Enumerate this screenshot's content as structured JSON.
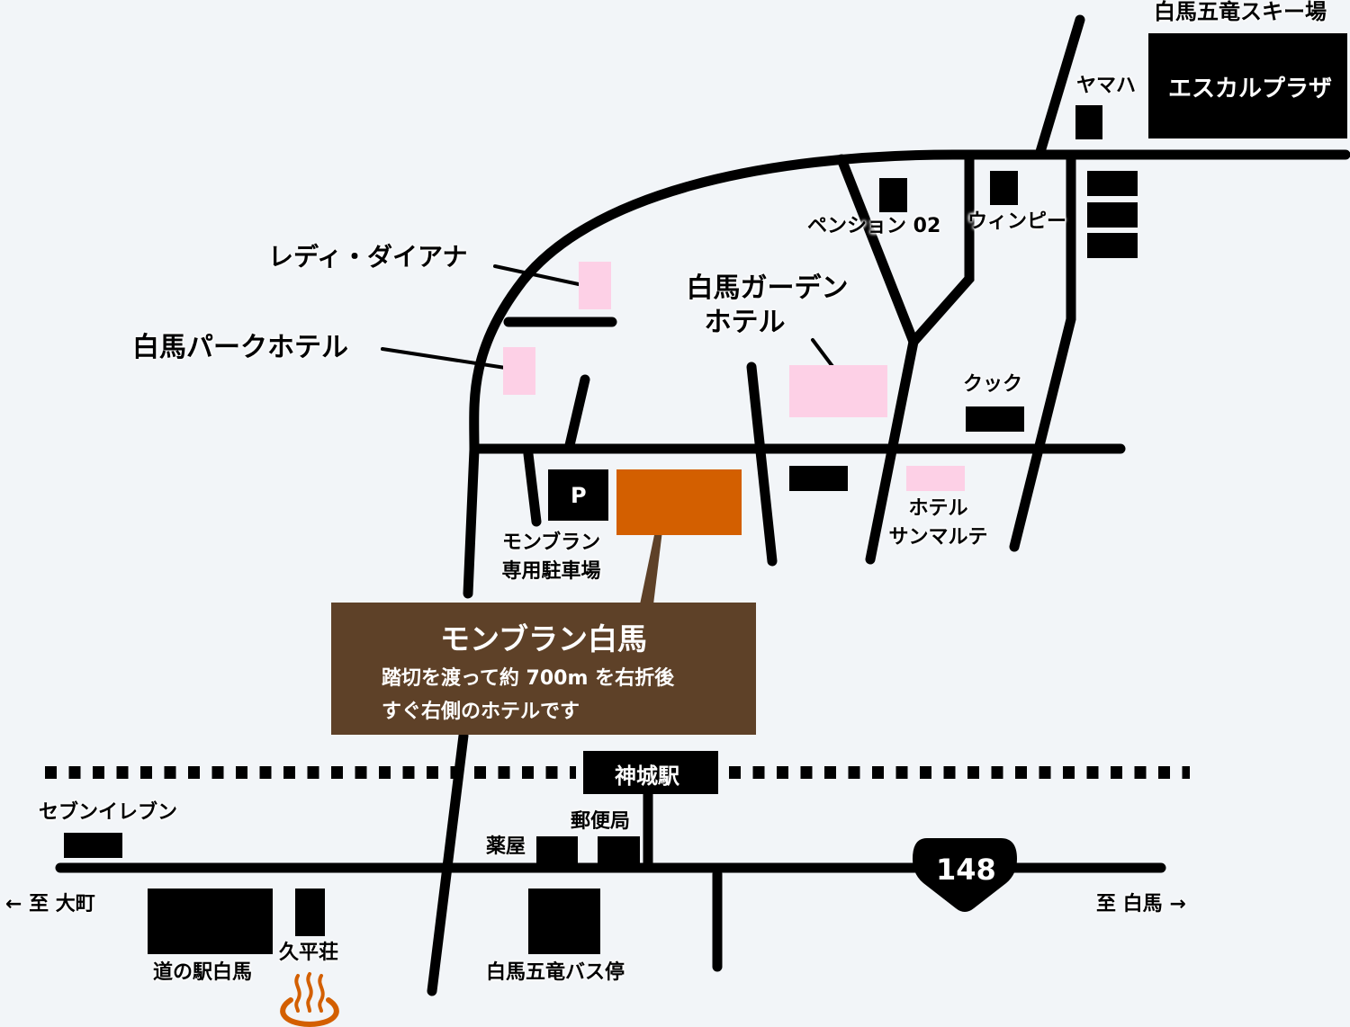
{
  "map": {
    "colors": {
      "background": "#f2f5f8",
      "road": "#000000",
      "building": "#000000",
      "hotel": "#fdd0e6",
      "target_building": "#d35f00",
      "info_box": "#5e4128",
      "onsen_icon": "#d35f00"
    },
    "landmarks": {
      "ski_resort": "白馬五竜スキー場",
      "escal_plaza": "エスカルプラザ",
      "yamaha": "ヤマハ",
      "pension02": "ペンション 02",
      "winpi": "ウィンピー",
      "lady_diana": "レディ・ダイアナ",
      "hakuba_park_hotel": "白馬パークホテル",
      "garden_hotel_line1": "白馬ガーデン",
      "garden_hotel_line2": "ホテル",
      "cook": "クック",
      "sanmarte_line1": "ホテル",
      "sanmarte_line2": "サンマルテ",
      "parking_symbol": "P",
      "parking_line1": "モンブラン",
      "parking_line2": "専用駐車場",
      "station": "神城駅",
      "seven_eleven": "セブンイレブン",
      "pharmacy": "薬屋",
      "post_office": "郵便局",
      "route_number": "148",
      "to_omachi": "← 至 大町",
      "to_hakuba": "至 白馬 →",
      "michinoeki": "道の駅白馬",
      "kyuheiso": "久平荘",
      "bus_stop": "白馬五竜バス停"
    },
    "info_box": {
      "title": "モンブラン白馬",
      "line1": "踏切を渡って約 700m を右折後",
      "line2": "すぐ右側のホテルです"
    },
    "icons": {
      "onsen": "hot-spring-icon"
    }
  }
}
